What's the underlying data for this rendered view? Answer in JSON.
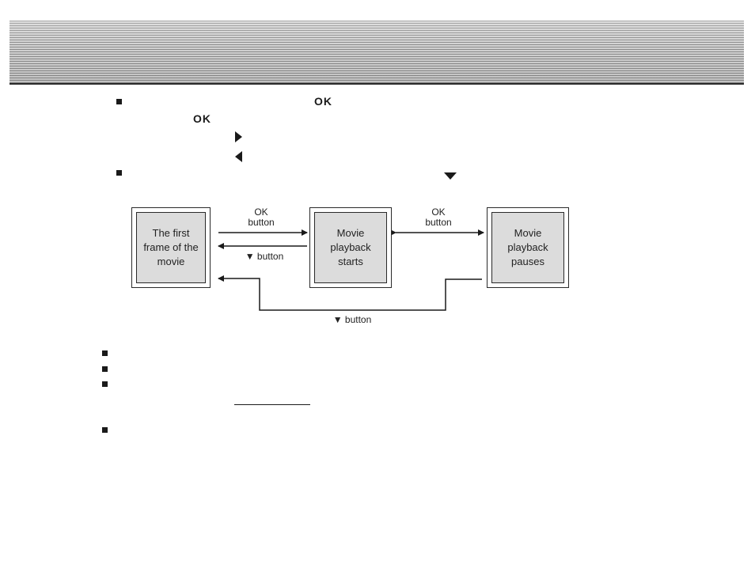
{
  "header": {
    "banner_title": ""
  },
  "instructions": {
    "ok_key_inline": "OK",
    "ok_key_line2": "OK"
  },
  "diagram": {
    "nodes": {
      "first_frame": [
        "The first",
        "frame of the",
        "movie"
      ],
      "playback_starts": [
        "Movie",
        "playback",
        "starts"
      ],
      "playback_pauses": [
        "Movie",
        "playback",
        "pauses"
      ]
    },
    "edges": {
      "first_to_starts": [
        "OK",
        "button"
      ],
      "starts_to_pauses": [
        "OK",
        "button"
      ],
      "starts_to_first": "▼ button",
      "pauses_to_first": "▼ button"
    }
  },
  "icons": {
    "bullet": "square-bullet-icon",
    "right_arrow": "triangle-right-icon",
    "left_arrow": "triangle-left-icon",
    "down_arrow": "triangle-down-icon"
  },
  "colors": {
    "node_fill": "#dcdcdc",
    "stroke": "#2a2a2a"
  }
}
